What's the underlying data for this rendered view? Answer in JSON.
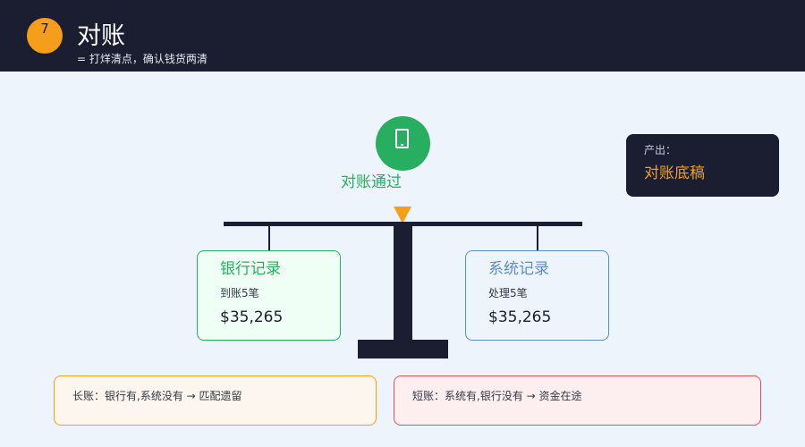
{
  "header": {
    "step": "7",
    "title": "对账",
    "subtitle": "= 打烊清点，确认钱货两清",
    "colors": {
      "background": "#1b1d30",
      "badge": "#f59e1b"
    }
  },
  "status": {
    "icon": "phone-icon",
    "label": "对账通过",
    "color": "#27ae60"
  },
  "output": {
    "label": "产出：",
    "value": "对账底稿"
  },
  "scale": {
    "left": {
      "title": "银行记录",
      "detail": "到账5笔",
      "amount": "$35,265",
      "color": "#27ae60"
    },
    "right": {
      "title": "系统记录",
      "detail": "处理5笔",
      "amount": "$35,265",
      "color": "#5b8ec2"
    }
  },
  "notes": {
    "long": {
      "text": "长账：银行有,系统没有 → 匹配遗留",
      "color": "#f59e1b"
    },
    "short": {
      "text": "短账：系统有,银行没有 → 资金在途",
      "color": "#e0505a"
    }
  }
}
